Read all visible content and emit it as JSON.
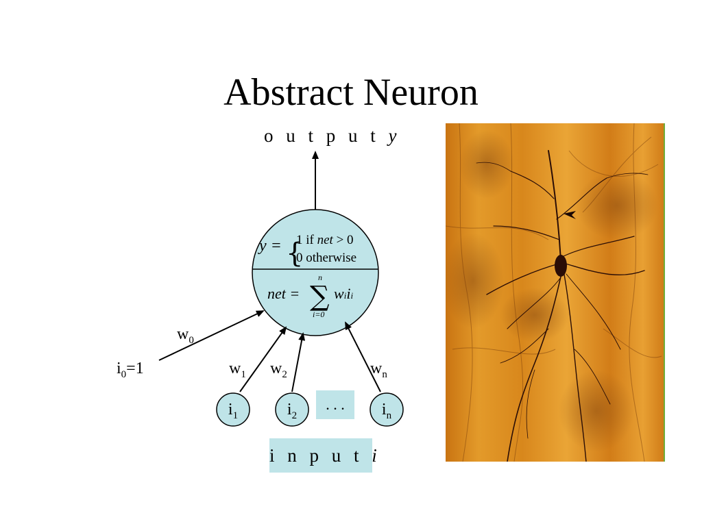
{
  "title": "Abstract Neuron",
  "output_label": "o u t p u t",
  "output_var": "y",
  "input_label": "i n p u t",
  "input_var": "i",
  "activation": {
    "lhs": "y =",
    "case1": "1 if",
    "case1_net": "net",
    "case1_cond": "> 0",
    "case2": "0 otherwise"
  },
  "net_sum": {
    "lhs": "net =",
    "upper": "n",
    "lower": "i=0",
    "term": "w",
    "term_sub": "i",
    "term2": "i",
    "term2_sub": "i"
  },
  "bias_input": {
    "base": "i",
    "sub": "0",
    "suffix": "=1"
  },
  "weights": [
    {
      "base": "w",
      "sub": "0"
    },
    {
      "base": "w",
      "sub": "1"
    },
    {
      "base": "w",
      "sub": "2"
    },
    {
      "base": "w",
      "sub": "n"
    }
  ],
  "inputs": [
    {
      "base": "i",
      "sub": "1"
    },
    {
      "base": "i",
      "sub": "2"
    },
    {
      "base": "i",
      "sub": "n"
    }
  ],
  "ellipsis": ". . .",
  "colors": {
    "node_fill": "#bfe4e8",
    "photo_background": "#d98a1e",
    "neuron_stain": "#2a0d06"
  }
}
